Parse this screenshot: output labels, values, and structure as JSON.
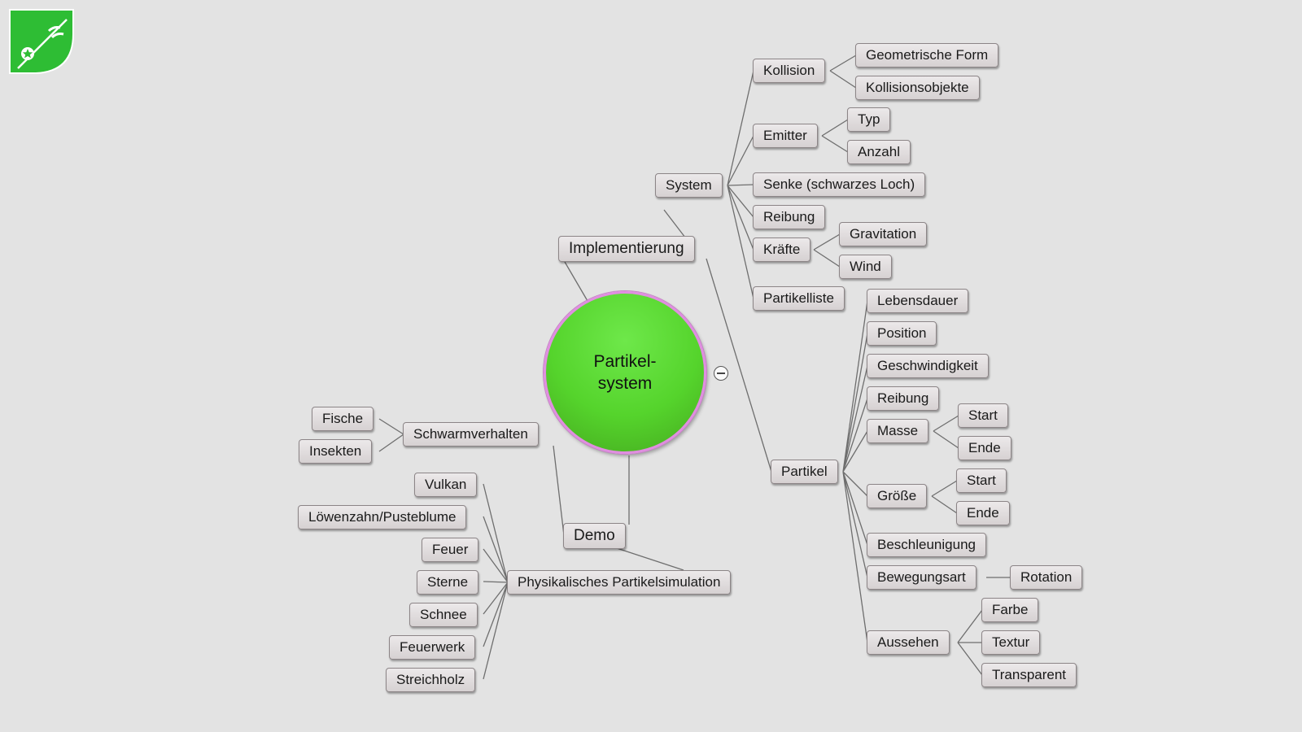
{
  "colors": {
    "background": "#e3e3e3",
    "center_fill": "#55d42c",
    "center_border": "#e08ee0",
    "node_fill": "#dcd8d9",
    "node_border": "#8c8587",
    "connector": "#6e6e6e",
    "logo_green": "#2ebd34"
  },
  "icons": [
    "app-logo-icon",
    "collapse-minus-icon"
  ],
  "central_topic": "Partikel-\nsystem",
  "main_branches": {
    "implementierung": "Implementierung",
    "demo": "Demo"
  },
  "system": {
    "label": "System",
    "kollision": "Kollision",
    "geometrische_form": "Geometrische Form",
    "kollisionsobjekte": "Kollisionsobjekte",
    "emitter": "Emitter",
    "typ": "Typ",
    "anzahl": "Anzahl",
    "senke": "Senke (schwarzes Loch)",
    "reibung": "Reibung",
    "kraefte": "Kräfte",
    "gravitation": "Gravitation",
    "wind": "Wind",
    "partikelliste": "Partikelliste"
  },
  "partikel": {
    "label": "Partikel",
    "lebensdauer": "Lebensdauer",
    "position": "Position",
    "geschwindigkeit": "Geschwindigkeit",
    "reibung": "Reibung",
    "masse": "Masse",
    "masse_start": "Start",
    "masse_ende": "Ende",
    "groesse": "Größe",
    "groesse_start": "Start",
    "groesse_ende": "Ende",
    "beschleunigung": "Beschleunigung",
    "bewegungsart": "Bewegungsart",
    "rotation": "Rotation",
    "aussehen": "Aussehen",
    "farbe": "Farbe",
    "textur": "Textur",
    "transparent": "Transparent"
  },
  "demo": {
    "schwarmverhalten": "Schwarmverhalten",
    "fische": "Fische",
    "insekten": "Insekten",
    "physikalisch": "Physikalisches Partikelsimulation",
    "vulkan": "Vulkan",
    "loewenzahn": "Löwenzahn/Pusteblume",
    "feuer": "Feuer",
    "sterne": "Sterne",
    "schnee": "Schnee",
    "feuerwerk": "Feuerwerk",
    "streichholz": "Streichholz"
  }
}
